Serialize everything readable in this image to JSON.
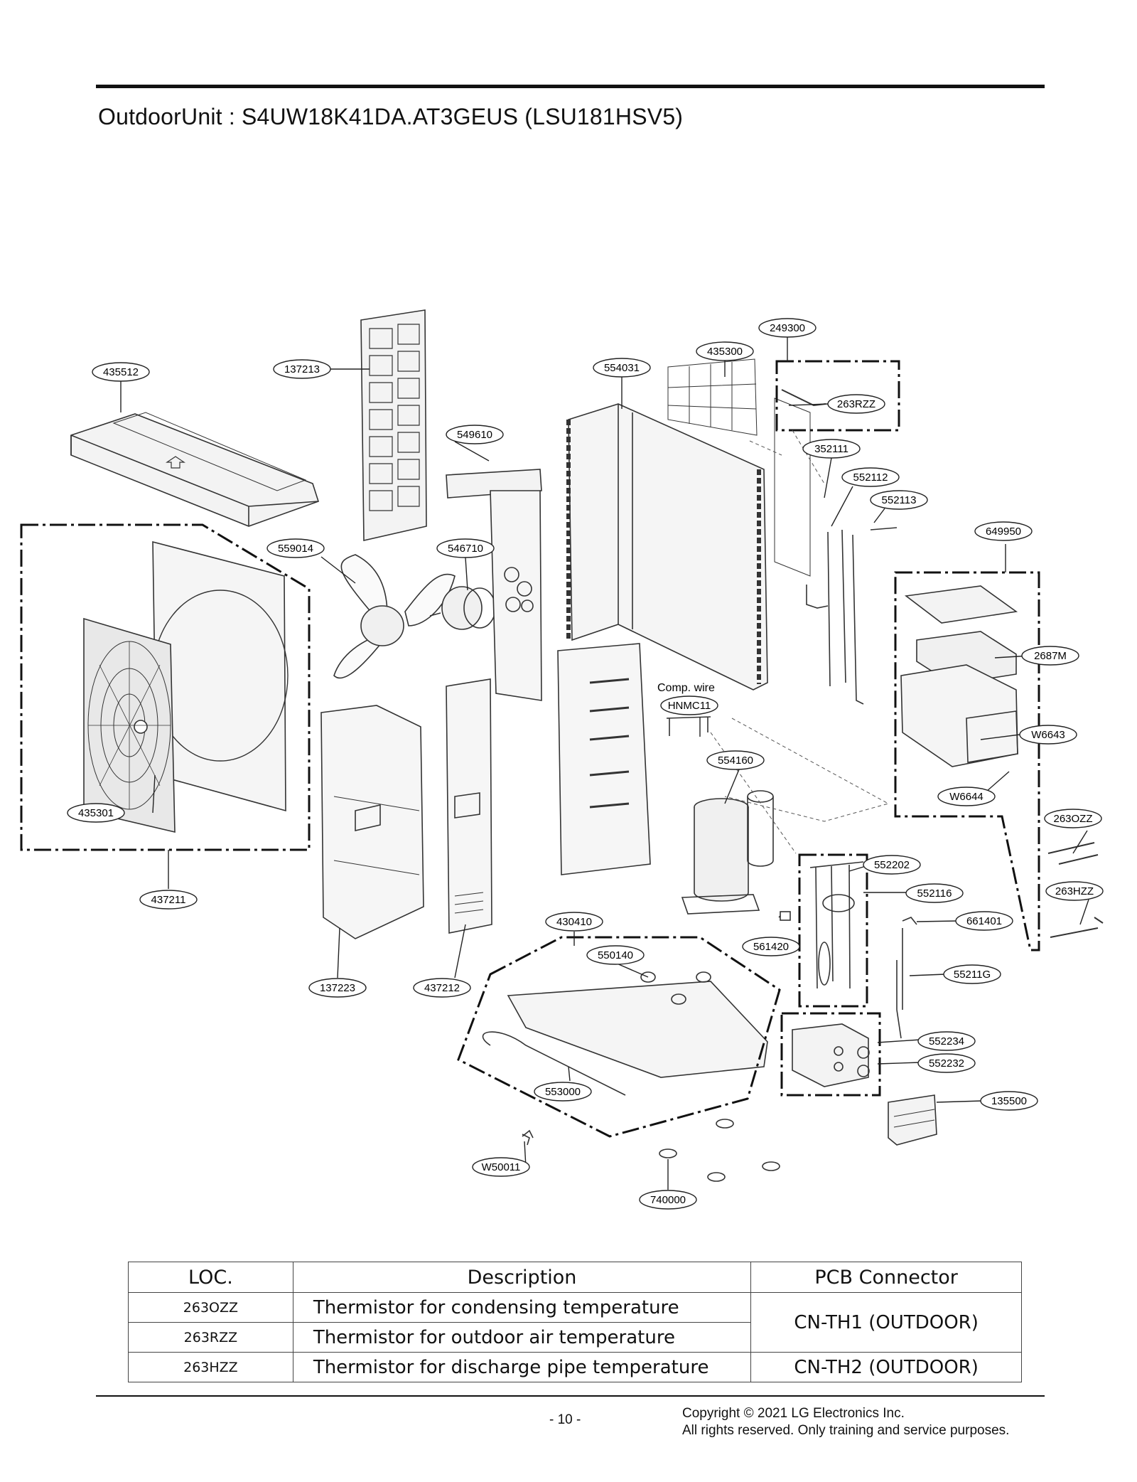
{
  "page": {
    "title": "OutdoorUnit : S4UW18K41DA.AT3GEUS (LSU181HSV5)",
    "page_number": "- 10 -",
    "copyright_line1": "Copyright © 2021 LG Electronics Inc.",
    "copyright_line2": "All rights reserved. Only training and service purposes."
  },
  "diagram": {
    "comp_wire_note": "Comp. wire",
    "callouts": {
      "c435512": "435512",
      "c137213": "137213",
      "c554031": "554031",
      "c435300": "435300",
      "c249300": "249300",
      "c263RZZ": "263RZZ",
      "c549610": "549610",
      "c352111": "352111",
      "c552112": "552112",
      "c552113": "552113",
      "c649950": "649950",
      "c559014": "559014",
      "c546710": "546710",
      "c2687M": "2687M",
      "cHNMC11": "HNMC11",
      "cW6643": "W6643",
      "c554160": "554160",
      "cW6644": "W6644",
      "c435301": "435301",
      "c263OZZ": "263OZZ",
      "c552202": "552202",
      "c437211": "437211",
      "c552116": "552116",
      "c263HZZ": "263HZZ",
      "c430410": "430410",
      "c661401": "661401",
      "c561420": "561420",
      "c550140": "550140",
      "c55211G": "55211G",
      "c137223": "137223",
      "c437212": "437212",
      "c552234": "552234",
      "c552232": "552232",
      "c553000": "553000",
      "c135500": "135500",
      "cW50011": "W50011",
      "c740000": "740000"
    }
  },
  "table": {
    "headers": [
      "LOC.",
      "Description",
      "PCB Connector"
    ],
    "rows": [
      {
        "loc": "263OZZ",
        "description": "Thermistor for condensing temperature"
      },
      {
        "loc": "263RZZ",
        "description": "Thermistor for outdoor air temperature"
      },
      {
        "loc": "263HZZ",
        "description": "Thermistor for discharge pipe temperature"
      }
    ],
    "pcb_connectors": [
      "CN-TH1 (OUTDOOR)",
      "CN-TH2 (OUTDOOR)"
    ]
  }
}
